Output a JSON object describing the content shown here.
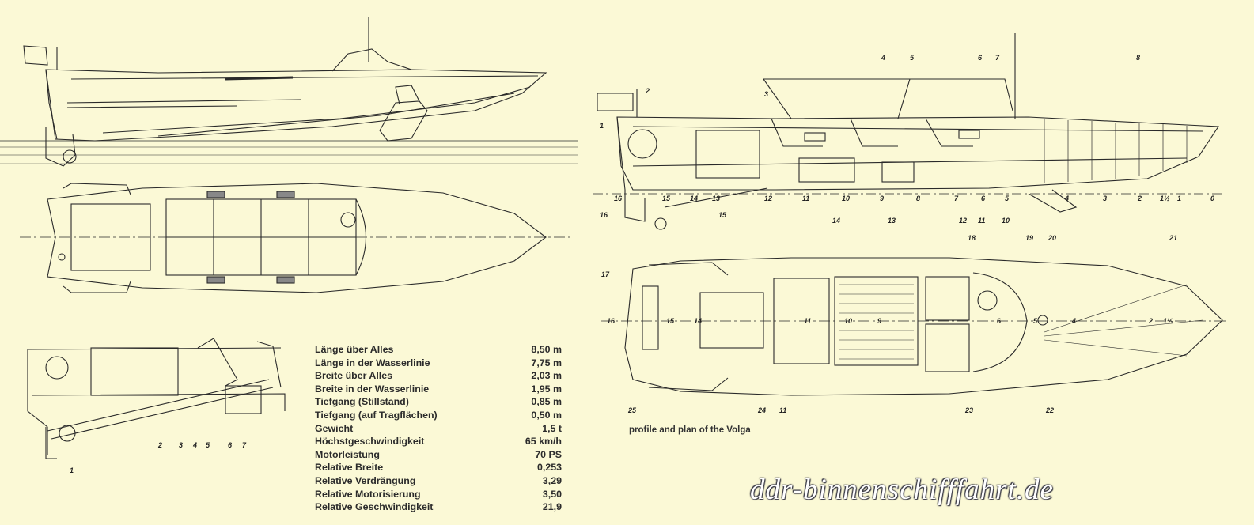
{
  "specifications": [
    {
      "label": "Länge über Alles",
      "value": "8,50 m"
    },
    {
      "label": "Länge in der Wasserlinie",
      "value": "7,75 m"
    },
    {
      "label": "Breite über Alles",
      "value": "2,03 m"
    },
    {
      "label": "Breite in der Wasserlinie",
      "value": "1,95 m"
    },
    {
      "label": "Tiefgang (Stillstand)",
      "value": "0,85 m"
    },
    {
      "label": "Tiefgang (auf Tragflächen)",
      "value": "0,50 m"
    },
    {
      "label": "Gewicht",
      "value": "1,5 t"
    },
    {
      "label": "Höchstgeschwindigkeit",
      "value": "65 km/h"
    },
    {
      "label": "Motorleistung",
      "value": "70 PS"
    },
    {
      "label": "Relative Breite",
      "value": "0,253"
    },
    {
      "label": "Relative Verdrängung",
      "value": "3,29"
    },
    {
      "label": "Relative Motorisierung",
      "value": "3,50"
    },
    {
      "label": "Relative Geschwindigkeit",
      "value": "21,9"
    }
  ],
  "caption": "profile and plan of the Volga",
  "watermark": "ddr-binnenschifffahrt.de",
  "engine_detail_labels": [
    "1",
    "2",
    "3",
    "4",
    "5",
    "6",
    "7"
  ],
  "profile_labels": [
    "1",
    "2",
    "3",
    "4",
    "5",
    "6",
    "7",
    "8",
    "16",
    "15",
    "14",
    "13",
    "12",
    "11",
    "10",
    "9",
    "8",
    "7",
    "6",
    "5",
    "4",
    "3",
    "2",
    "1½",
    "1",
    "0",
    "16",
    "15",
    "14",
    "13",
    "12",
    "11",
    "10"
  ],
  "plan_labels": [
    "17",
    "18",
    "19",
    "20",
    "21",
    "16",
    "15",
    "14",
    "11",
    "10",
    "9",
    "6",
    "5",
    "4",
    "2",
    "1½",
    "25",
    "24",
    "11",
    "23",
    "22"
  ],
  "colors": {
    "background": "#fbf9d6",
    "line": "#2a2a2a"
  }
}
